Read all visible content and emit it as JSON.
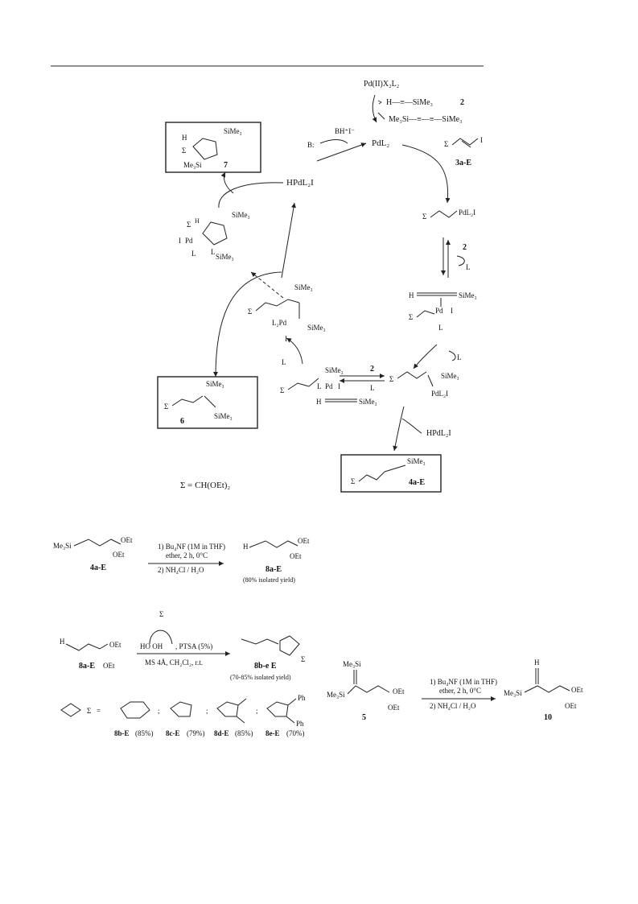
{
  "sigma_def": "Σ = CH(OEt)₂",
  "cycle": {
    "precat": "Pd(II)X₂L₂",
    "silylacetylene": "H—≡—SiMe₃",
    "num2": "2",
    "diyne": "Me₃Si—≡—≡—SiMe₃",
    "pdl2": "PdL₂",
    "base": "B:",
    "bhi": "BH⁺I⁻",
    "hpdl2i": "HPdL₂I",
    "vinyl_iodide_sigma": "Σ",
    "vinyl_iodide_I": "I",
    "vinyl_iodide_label": "3a-E",
    "vinyl_pd": "PdL₂I",
    "L": "L",
    "H": "H",
    "SiMe3": "SiMe₃",
    "Pd": "Pd",
    "I": "I",
    "L2Pd": "L₂Pd",
    "Me3Si": "Me₃Si",
    "product4_label": "4a-E",
    "product6_label": "6",
    "product7_label": "7"
  },
  "scheme2": {
    "reactant": "4a-E",
    "cond1": "1) Bu₄NF (1M in THF)",
    "cond2": "ether, 2 h, 0°C",
    "cond3": "2) NH₄Cl / H₂O",
    "product": "8a-E",
    "yield": "(80% isolated yield)",
    "Me3Si": "Me₃Si",
    "OEt": "OEt",
    "H": "H"
  },
  "scheme3": {
    "reactant": "8a-E",
    "diol": "HO    OH",
    "cat": ", PTSA (5%)",
    "cond": "MS 4Å, CH₂Cl₂, r.t.",
    "product": "8b-e E",
    "yield": "(70-85% isolated yield)",
    "equals": "=",
    "options": [
      {
        "label": "8b-E",
        "yield": "(85%)"
      },
      {
        "label": "8c-E",
        "yield": "(79%)"
      },
      {
        "label": "8d-E",
        "yield": "(85%)"
      },
      {
        "label": "8e-E",
        "yield": "(70%)"
      }
    ],
    "Ph": "Ph",
    "sep": ";"
  },
  "scheme4": {
    "reactant": "5",
    "product": "10",
    "cond1": "1) Bu₄NF (1M in THF)",
    "cond2": "ether, 2 h, 0°C",
    "cond3": "2) NH₄Cl / H₂O"
  }
}
